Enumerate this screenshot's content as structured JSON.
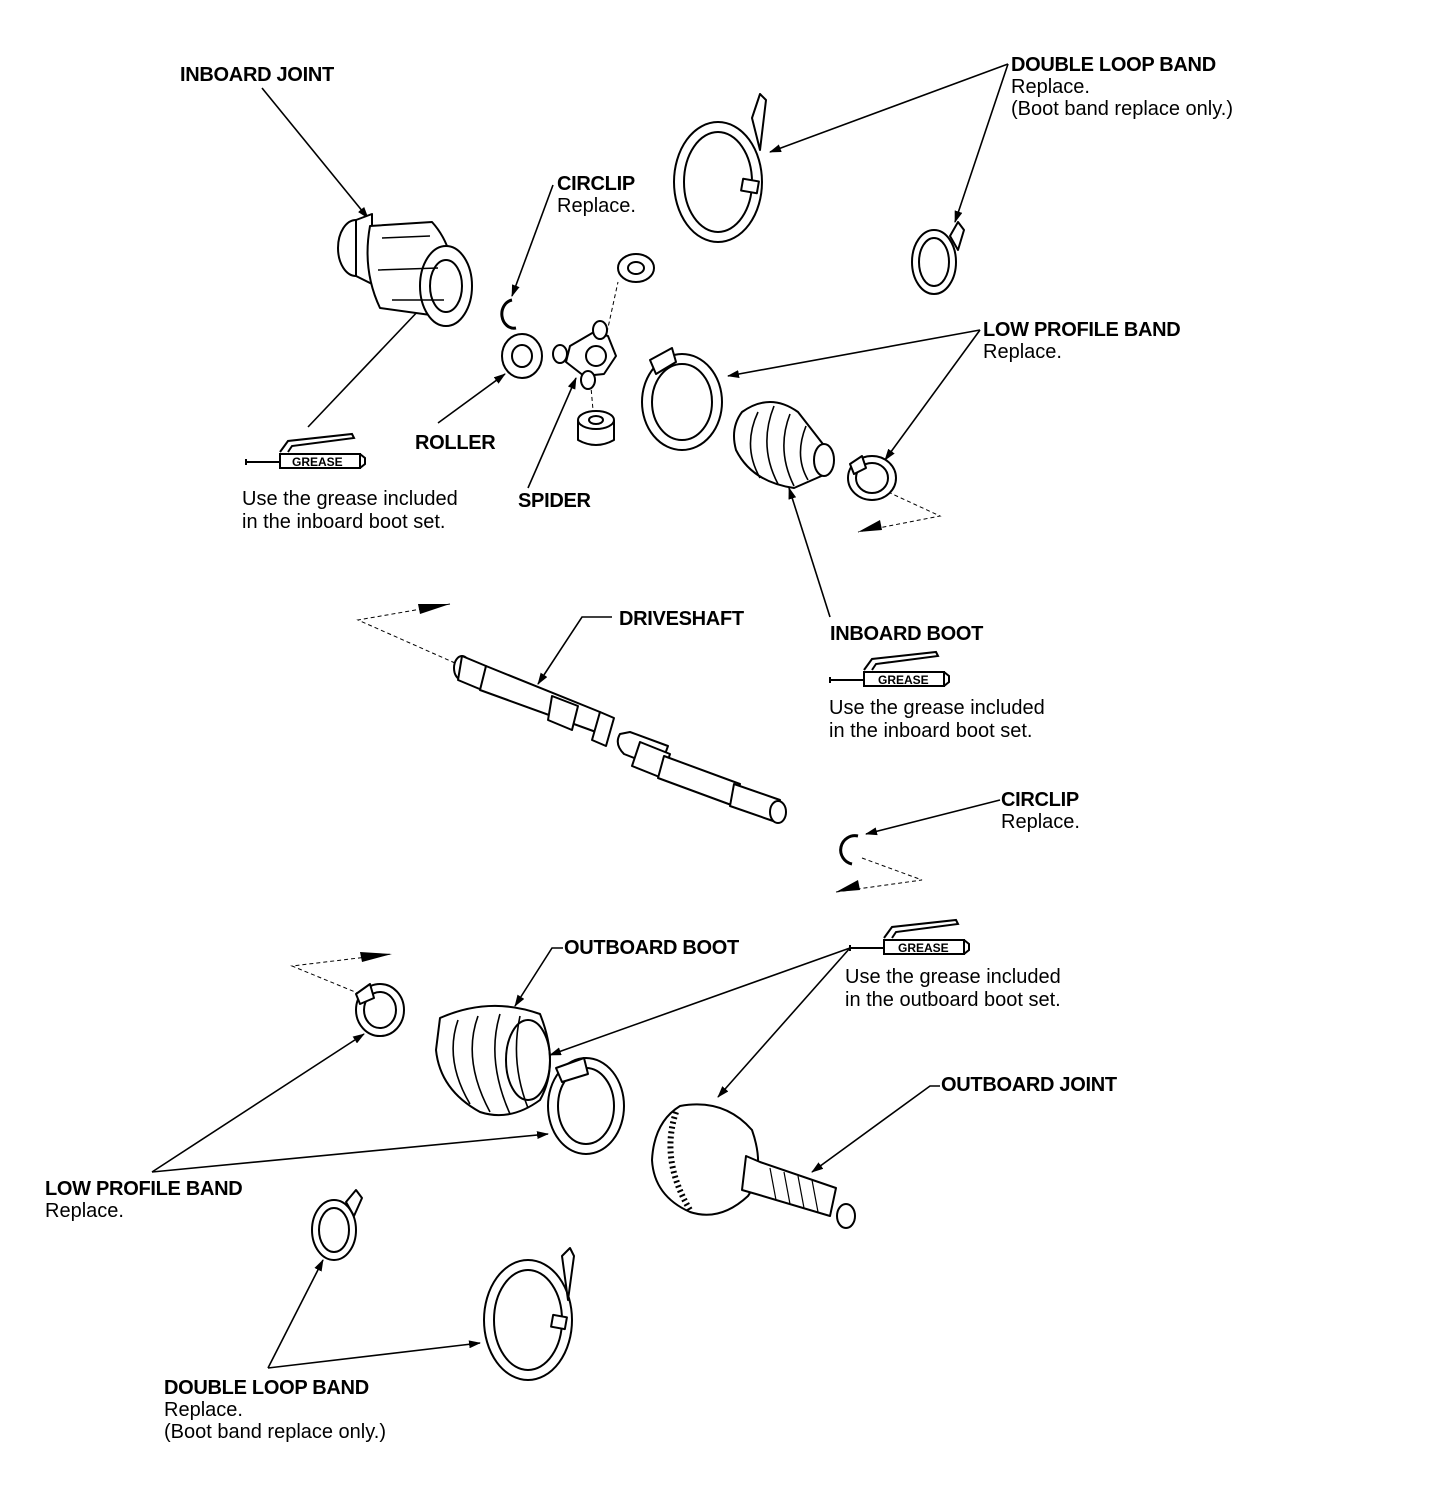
{
  "labels": {
    "inboard_joint": "INBOARD JOINT",
    "double_loop_band_top": {
      "title": "DOUBLE LOOP BAND",
      "line1": "Replace.",
      "line2": "(Boot band replace only.)"
    },
    "circlip_top": {
      "title": "CIRCLIP",
      "line1": "Replace."
    },
    "low_profile_band_top": {
      "title": "LOW PROFILE BAND",
      "line1": "Replace."
    },
    "roller": "ROLLER",
    "spider": "SPIDER",
    "driveshaft": "DRIVESHAFT",
    "inboard_boot": "INBOARD BOOT",
    "circlip_mid": {
      "title": "CIRCLIP",
      "line1": "Replace."
    },
    "outboard_boot": "OUTBOARD BOOT",
    "outboard_joint": "OUTBOARD JOINT",
    "low_profile_band_bottom": {
      "title": "LOW PROFILE BAND",
      "line1": "Replace."
    },
    "double_loop_band_bottom": {
      "title": "DOUBLE LOOP BAND",
      "line1": "Replace.",
      "line2": "(Boot band replace only.)"
    }
  },
  "grease": {
    "tube_label": "GREASE",
    "note_inboard_joint": {
      "line1": "Use the grease included",
      "line2": "in the inboard boot set."
    },
    "note_inboard_boot": {
      "line1": "Use the grease included",
      "line2": "in the inboard boot set."
    },
    "note_outboard": {
      "line1": "Use the grease included",
      "line2": "in the outboard boot set."
    }
  },
  "colors": {
    "ink": "#000000",
    "paper": "#ffffff"
  }
}
